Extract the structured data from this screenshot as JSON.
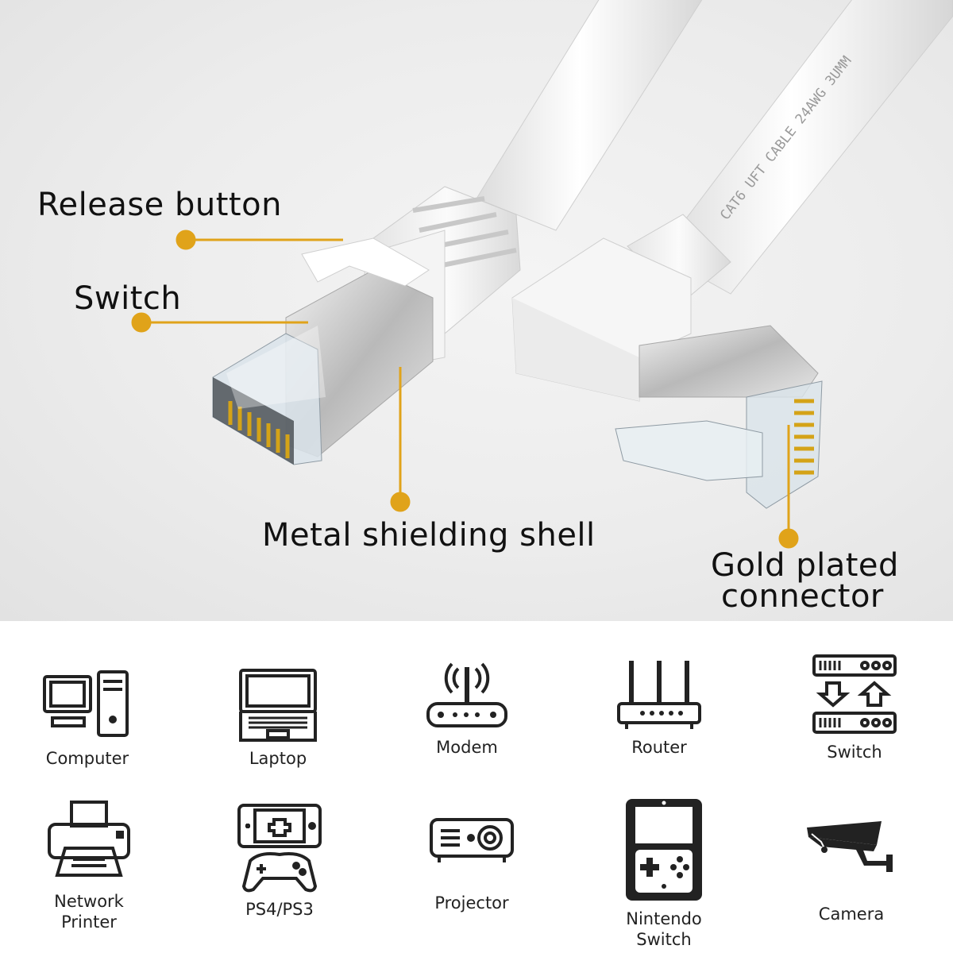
{
  "callouts": {
    "release_button": "Release button",
    "switch": "Switch",
    "metal_shell": "Metal shielding shell",
    "gold_line1": "Gold plated",
    "gold_line2": "connector"
  },
  "cable_print": "CAT6 UFT CABLE 24AWG 3UMM",
  "colors": {
    "accent": "#e0a31a",
    "icon": "#222222",
    "cable": "#f7f7f7"
  },
  "devices": [
    {
      "label": "Computer",
      "icon": "computer-icon"
    },
    {
      "label": "Laptop",
      "icon": "laptop-icon"
    },
    {
      "label": "Modem",
      "icon": "modem-icon"
    },
    {
      "label": "Router",
      "icon": "router-icon"
    },
    {
      "label": "Switch",
      "icon": "network-switch-icon"
    },
    {
      "label": "Network\nPrinter",
      "icon": "printer-icon"
    },
    {
      "label": "PS4/PS3",
      "icon": "game-console-icon"
    },
    {
      "label": "Projector",
      "icon": "projector-icon"
    },
    {
      "label": "Nintendo\nSwitch",
      "icon": "nintendo-switch-icon"
    },
    {
      "label": "Camera",
      "icon": "camera-icon"
    }
  ]
}
